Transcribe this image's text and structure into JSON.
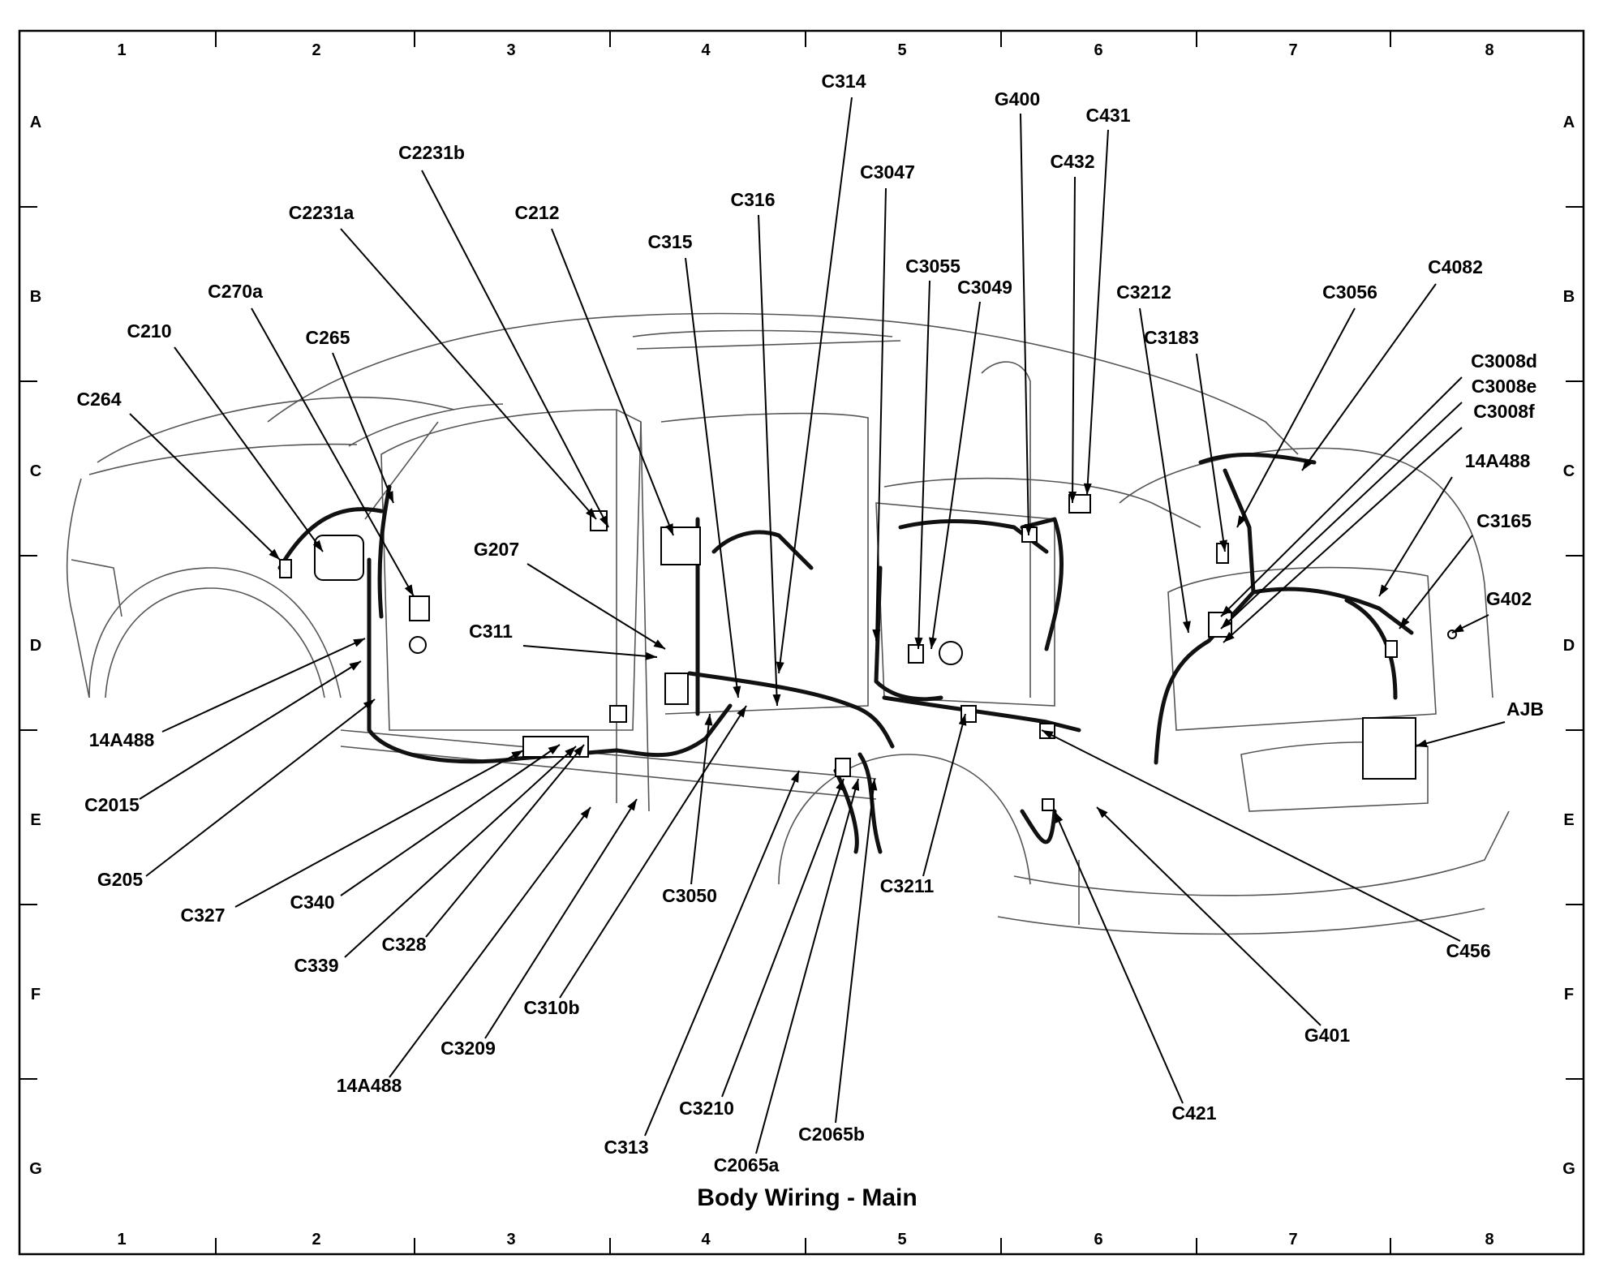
{
  "title": "Body Wiring - Main",
  "grid": {
    "columns": [
      "1",
      "2",
      "3",
      "4",
      "5",
      "6",
      "7",
      "8"
    ],
    "rows": [
      "A",
      "B",
      "C",
      "D",
      "E",
      "F",
      "G"
    ]
  },
  "callouts": [
    {
      "label": "C314"
    },
    {
      "label": "G400"
    },
    {
      "label": "C431"
    },
    {
      "label": "C2231b"
    },
    {
      "label": "C3047"
    },
    {
      "label": "C432"
    },
    {
      "label": "C2231a"
    },
    {
      "label": "C212"
    },
    {
      "label": "C316"
    },
    {
      "label": "C315"
    },
    {
      "label": "C3055"
    },
    {
      "label": "C270a"
    },
    {
      "label": "C3049"
    },
    {
      "label": "C3212"
    },
    {
      "label": "C3056"
    },
    {
      "label": "C4082"
    },
    {
      "label": "C210"
    },
    {
      "label": "C265"
    },
    {
      "label": "C3183"
    },
    {
      "label": "C3008d"
    },
    {
      "label": "C3008e"
    },
    {
      "label": "C3008f"
    },
    {
      "label": "C264"
    },
    {
      "label": "14A488"
    },
    {
      "label": "C3165"
    },
    {
      "label": "G207"
    },
    {
      "label": "G402"
    },
    {
      "label": "C311"
    },
    {
      "label": "AJB"
    },
    {
      "label": "14A488"
    },
    {
      "label": "C2015"
    },
    {
      "label": "G205"
    },
    {
      "label": "C327"
    },
    {
      "label": "C340"
    },
    {
      "label": "C339"
    },
    {
      "label": "C328"
    },
    {
      "label": "C3050"
    },
    {
      "label": "C3211"
    },
    {
      "label": "C456"
    },
    {
      "label": "C310b"
    },
    {
      "label": "C3209"
    },
    {
      "label": "G401"
    },
    {
      "label": "14A488"
    },
    {
      "label": "C421"
    },
    {
      "label": "C3210"
    },
    {
      "label": "C2065b"
    },
    {
      "label": "C313"
    },
    {
      "label": "C2065a"
    }
  ]
}
